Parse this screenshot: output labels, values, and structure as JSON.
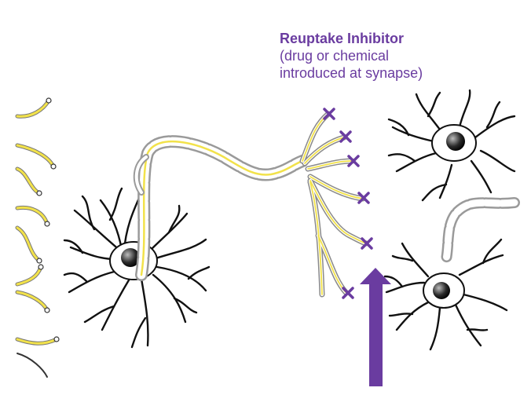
{
  "annotation": {
    "title": "Reuptake Inhibitor",
    "line1": "(drug or chemical",
    "line2": "introduced at synapse)"
  },
  "colors": {
    "accent": "#6a3ca0",
    "axon": "#f2e24a",
    "dendrite": "#111111",
    "myelin": "#9a9a9a",
    "nucleus": "#1a1a1a"
  },
  "icons": {
    "blocker": "x-mark-icon",
    "arrow": "up-arrow-icon"
  }
}
